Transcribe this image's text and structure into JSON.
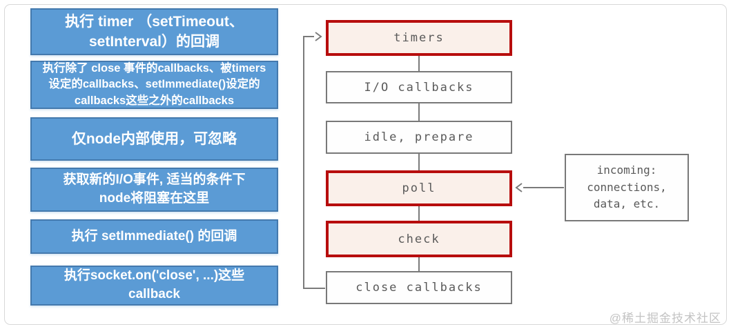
{
  "notes": [
    {
      "text": "执行 timer （setTimeout、\nsetInterval）的回调"
    },
    {
      "text": "执行除了 close 事件的callbacks、被timers\n设定的callbacks、setImmediate()设定的\ncallbacks这些之外的callbacks"
    },
    {
      "text": "仅node内部使用，可忽略"
    },
    {
      "text": "获取新的I/O事件, 适当的条件下\nnode将阻塞在这里"
    },
    {
      "text": "执行 setImmediate() 的回调"
    },
    {
      "text": "执行socket.on('close', ...)这些\ncallback"
    }
  ],
  "phases": [
    {
      "label": "timers",
      "highlighted": true
    },
    {
      "label": "I/O callbacks",
      "highlighted": false
    },
    {
      "label": "idle, prepare",
      "highlighted": false
    },
    {
      "label": "poll",
      "highlighted": true
    },
    {
      "label": "check",
      "highlighted": true
    },
    {
      "label": "close callbacks",
      "highlighted": false
    }
  ],
  "side_box": {
    "text": "incoming:\nconnections,\ndata, etc."
  },
  "watermark": "@稀土掘金技术社区",
  "colors": {
    "note_fill": "#5b9bd5",
    "note_border": "#4479ad",
    "highlight_border": "#b70d0d",
    "highlight_fill": "#faf0ea",
    "box_border": "#787878",
    "box_text": "#595959",
    "wire": "#7a7a7a",
    "watermark": "#c3c3c3"
  }
}
